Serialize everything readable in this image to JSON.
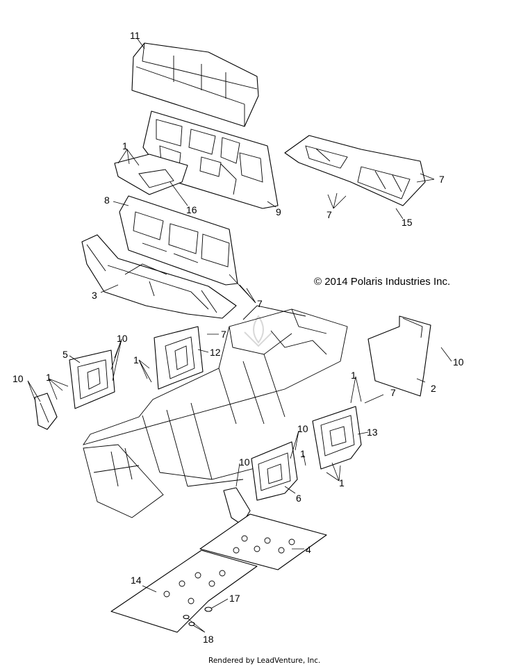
{
  "copyright": "© 2014 Polaris Industries Inc.",
  "footer": "Rendered by LeadVenture, Inc.",
  "callouts": {
    "c1a": "1",
    "c1b": "1",
    "c1c": "1",
    "c1d": "1",
    "c1e": "1",
    "c1f": "1",
    "c2": "2",
    "c3": "3",
    "c4": "4",
    "c5": "5",
    "c6": "6",
    "c7a": "7",
    "c7b": "7",
    "c7c": "7",
    "c7d": "7",
    "c7e": "7",
    "c8": "8",
    "c9": "9",
    "c10a": "10",
    "c10b": "10",
    "c10c": "10",
    "c10d": "10",
    "c10e": "10",
    "c11": "11",
    "c12": "12",
    "c13": "13",
    "c14": "14",
    "c15": "15",
    "c16": "16",
    "c17": "17",
    "c18": "18"
  }
}
